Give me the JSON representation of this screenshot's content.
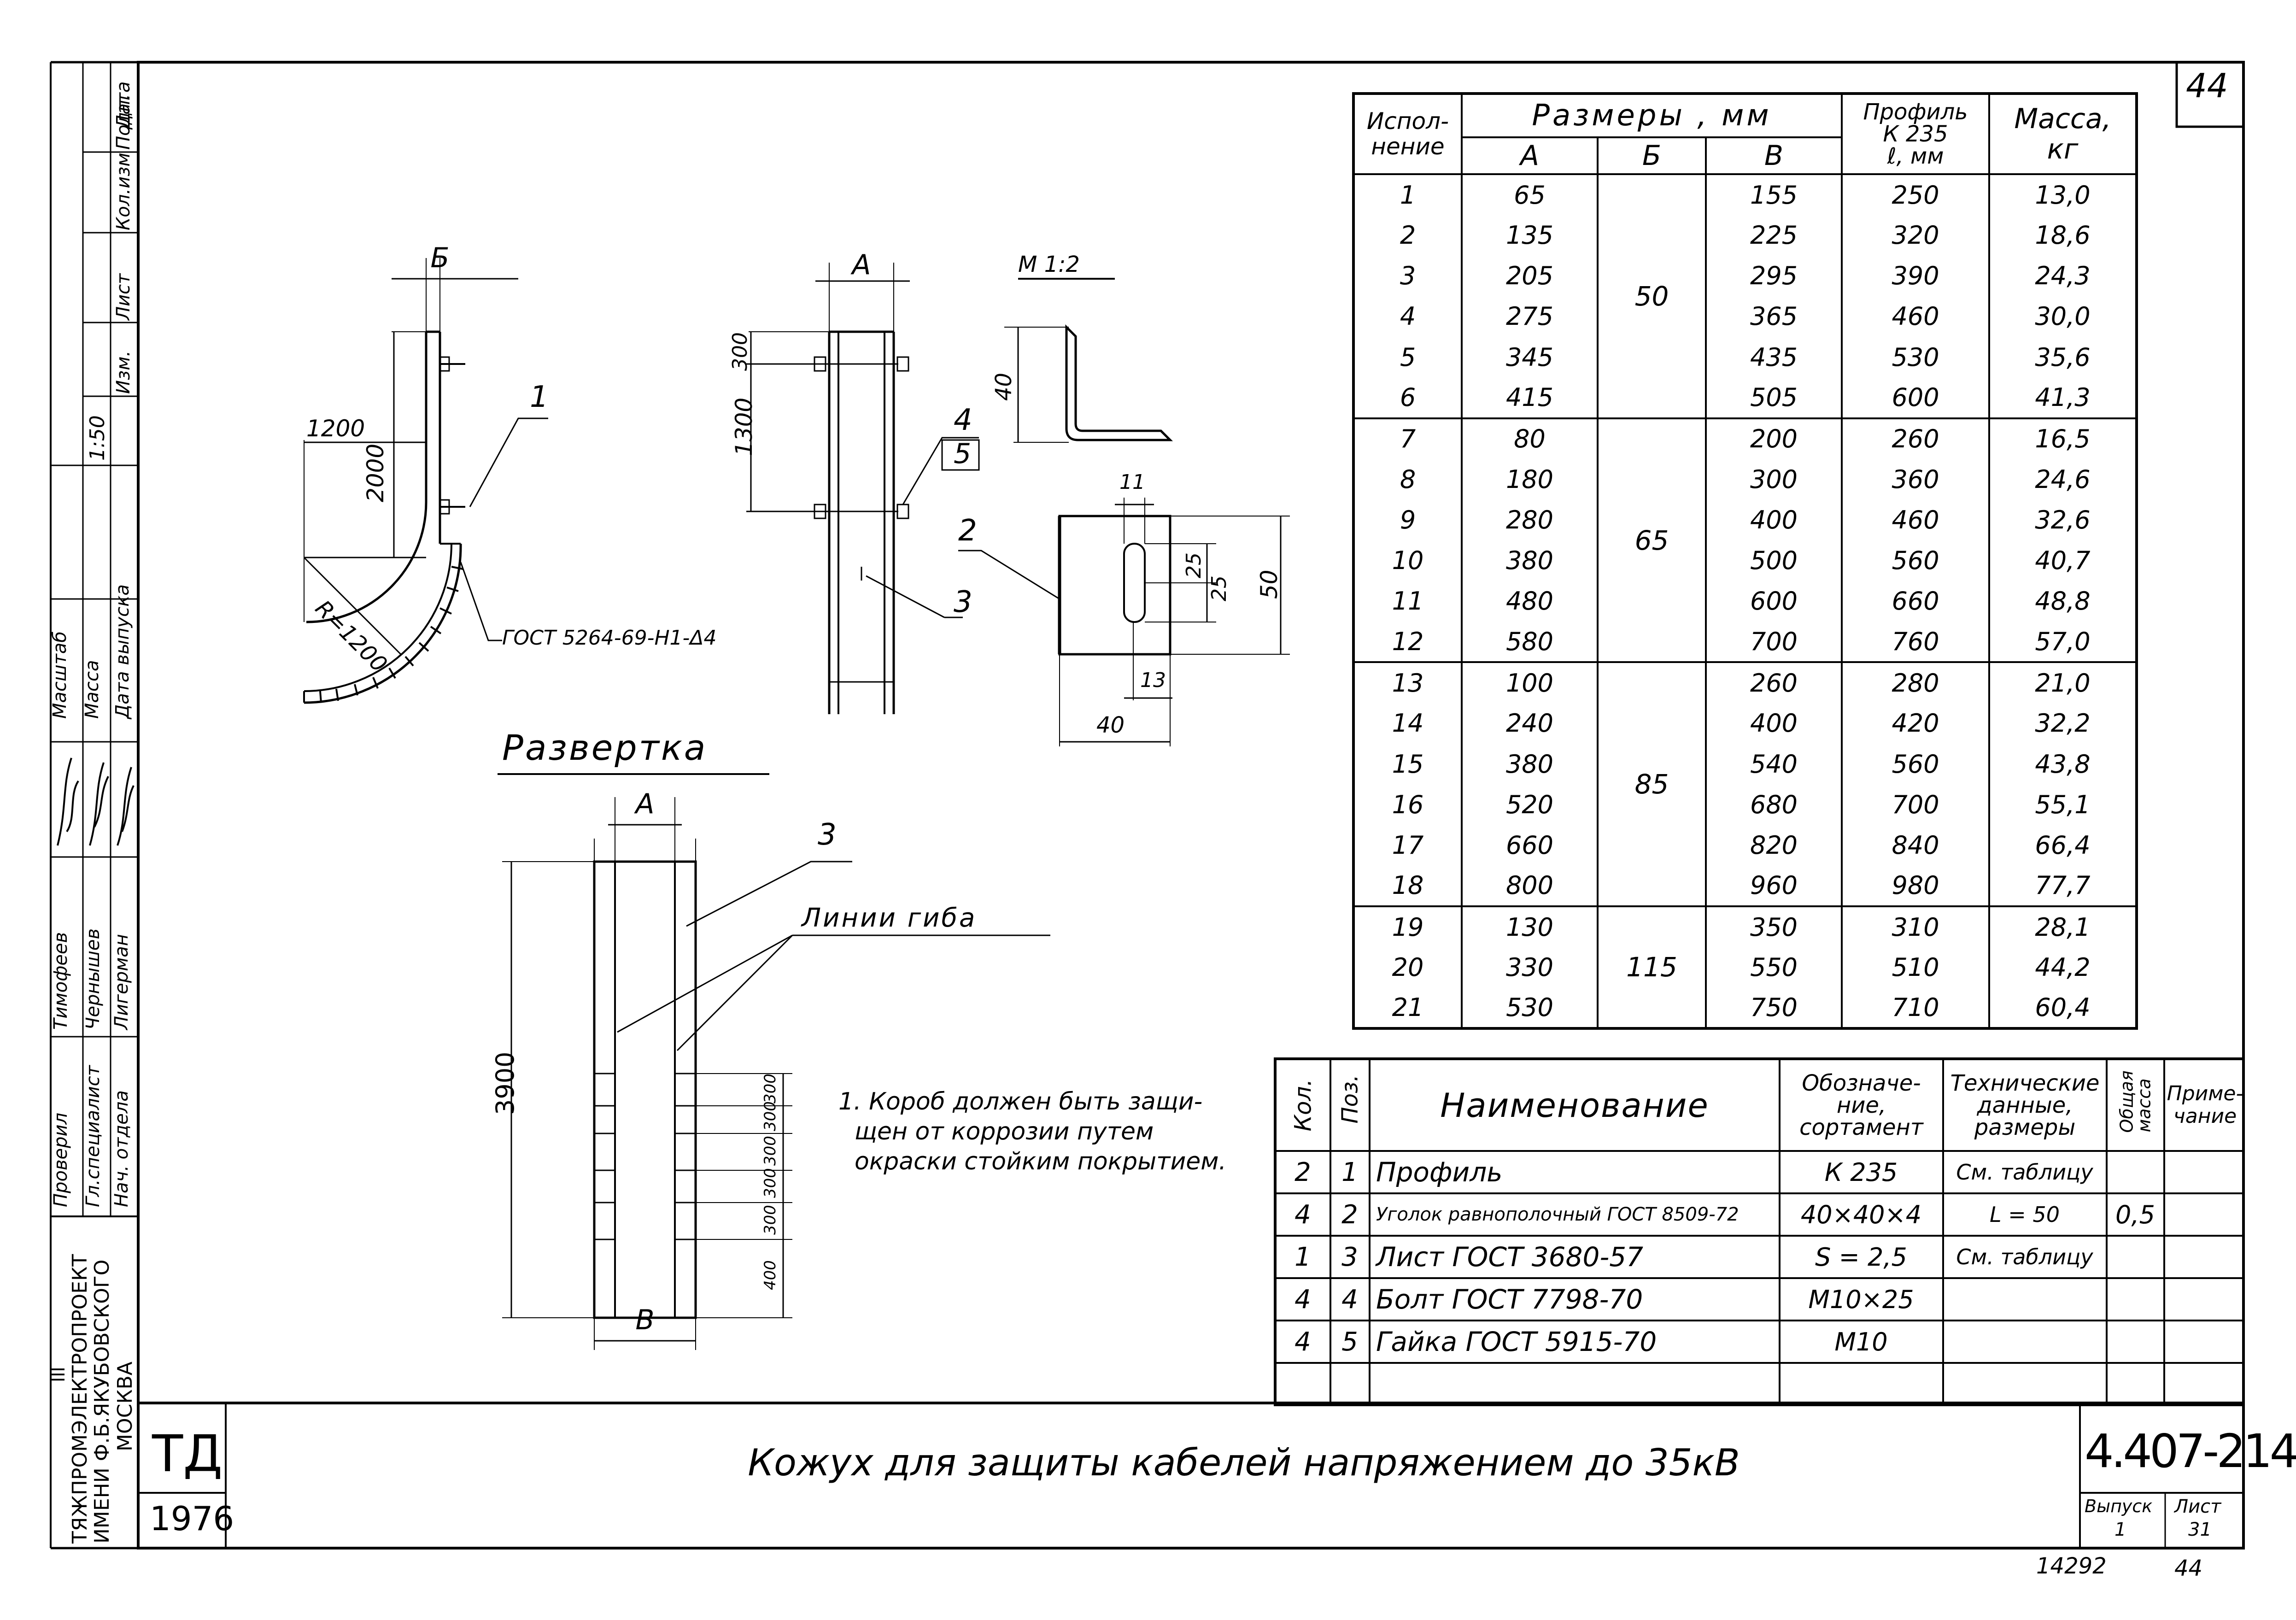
{
  "sheet": {
    "page_number": "44",
    "bottom_page_number": "44",
    "archive_number": "14292",
    "org_lines": [
      "ТЯЖПРОМЭЛЕКТРОПРОЕКТ",
      "ИМЕНИ Ф.Б.ЯКУБОВСКОГО",
      "МОСКВА"
    ],
    "org_prefix": "III",
    "td": "ТД",
    "year": "1976",
    "title": "Кожух для защиты кабелей напряжением до 35кВ",
    "code": "4.407-214",
    "issue_label": "Выпуск",
    "issue_value": "1",
    "sheet_label": "Лист",
    "sheet_value": "31"
  },
  "left_stamp": {
    "top_headers": [
      "Изм.",
      "Лист",
      "Кол.изм",
      "Подп.",
      "Дата"
    ],
    "scale_label": "Масштаб",
    "scale_value": "1:50",
    "mass_label": "Масса",
    "date_label": "Дата выпуска",
    "roles": [
      "Проверил",
      "Гл.специалист",
      "Нач. отдела"
    ],
    "names": [
      "Тимофеев",
      "Чернышев",
      "Лигерман"
    ]
  },
  "drawing": {
    "dim_b": "Б",
    "dim_1200": "1200",
    "dim_2000": "2000",
    "dim_r1200": "R=1200",
    "callout_1": "1",
    "weld_note": "ГОСТ 5264-69-Н1-Δ4",
    "dim_a": "А",
    "dim_300": "300",
    "dim_1300": "1300",
    "callout_4": "4",
    "callout_5": "5",
    "callout_2": "2",
    "callout_3": "3",
    "scale_m12": "М 1:2",
    "dim_40": "40",
    "dim_11": "11",
    "dim_25a": "25",
    "dim_25b": "25",
    "dim_50": "50",
    "dim_13": "13",
    "dim_40b": "40",
    "razvertka": "Развертка",
    "dev_a": "А",
    "dev_3": "3",
    "bend_lines": "Линии гиба",
    "dim_3900": "3900",
    "dev_b": "В",
    "small_dims": [
      "400",
      "300",
      "300",
      "300",
      "300",
      "300"
    ]
  },
  "note": [
    "1. Короб должен быть защи-",
    "щен от коррозии путем",
    "окраски стойким покрытием."
  ],
  "size_table": {
    "h_exec": [
      "Испол-",
      "нение"
    ],
    "h_sizes": "Размеры , мм",
    "h_a": "А",
    "h_b": "Б",
    "h_v": "В",
    "h_profile": [
      "Профиль",
      "К 235",
      "ℓ, мм"
    ],
    "h_mass": [
      "Масса,",
      "кг"
    ],
    "rows": [
      [
        "1",
        "65",
        "155",
        "250",
        "13,0"
      ],
      [
        "2",
        "135",
        "225",
        "320",
        "18,6"
      ],
      [
        "3",
        "205",
        "295",
        "390",
        "24,3"
      ],
      [
        "4",
        "275",
        "365",
        "460",
        "30,0"
      ],
      [
        "5",
        "345",
        "435",
        "530",
        "35,6"
      ],
      [
        "6",
        "415",
        "505",
        "600",
        "41,3"
      ],
      [
        "7",
        "80",
        "200",
        "260",
        "16,5"
      ],
      [
        "8",
        "180",
        "300",
        "360",
        "24,6"
      ],
      [
        "9",
        "280",
        "400",
        "460",
        "32,6"
      ],
      [
        "10",
        "380",
        "500",
        "560",
        "40,7"
      ],
      [
        "11",
        "480",
        "600",
        "660",
        "48,8"
      ],
      [
        "12",
        "580",
        "700",
        "760",
        "57,0"
      ],
      [
        "13",
        "100",
        "260",
        "280",
        "21,0"
      ],
      [
        "14",
        "240",
        "400",
        "420",
        "32,2"
      ],
      [
        "15",
        "380",
        "540",
        "560",
        "43,8"
      ],
      [
        "16",
        "520",
        "680",
        "700",
        "55,1"
      ],
      [
        "17",
        "660",
        "820",
        "840",
        "66,4"
      ],
      [
        "18",
        "800",
        "960",
        "980",
        "77,7"
      ],
      [
        "19",
        "130",
        "350",
        "310",
        "28,1"
      ],
      [
        "20",
        "330",
        "550",
        "510",
        "44,2"
      ],
      [
        "21",
        "530",
        "750",
        "710",
        "60,4"
      ]
    ],
    "b_groups": [
      "50",
      "65",
      "85",
      "115"
    ]
  },
  "spec_table": {
    "h_kol": "Кол.",
    "h_poz": "Поз.",
    "h_name": "Наименование",
    "h_oboz": [
      "Обозначе-",
      "ние,",
      "сортамент"
    ],
    "h_tech": [
      "Технические",
      "данные,",
      "размеры"
    ],
    "h_mass": [
      "Общая",
      "масса"
    ],
    "h_prim": [
      "Приме-",
      "чание"
    ],
    "rows": [
      [
        "2",
        "1",
        "Профиль",
        "К 235",
        "См. таблицу",
        "",
        ""
      ],
      [
        "4",
        "2",
        "Уголок равнополочный ГОСТ 8509-72",
        "40×40×4",
        "L = 50",
        "0,5",
        ""
      ],
      [
        "1",
        "3",
        "Лист  ГОСТ 3680-57",
        "S = 2,5",
        "См. таблицу",
        "",
        ""
      ],
      [
        "4",
        "4",
        "Болт  ГОСТ 7798-70",
        "М10×25",
        "",
        "",
        ""
      ],
      [
        "4",
        "5",
        "Гайка  ГОСТ 5915-70",
        "М10",
        "",
        "",
        ""
      ],
      [
        "",
        "",
        "",
        "",
        "",
        "",
        ""
      ]
    ]
  }
}
